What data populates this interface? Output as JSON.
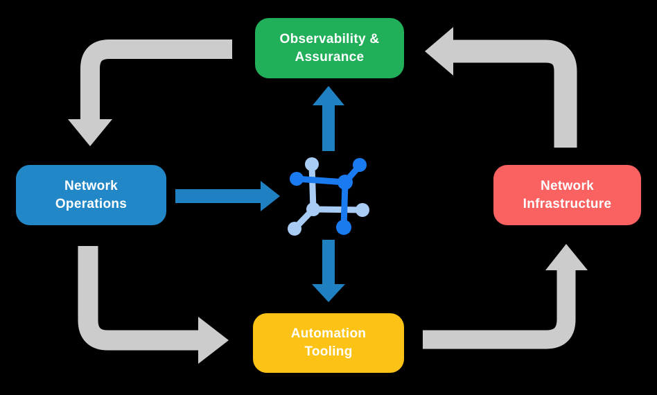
{
  "colors": {
    "background": "#000000",
    "text": "#ffffff",
    "arrow_gray": "#cccccc",
    "arrow_blue": "#1f80c2",
    "node_green": "#21af5a",
    "node_blue": "#2187c6",
    "node_red": "#fa6161",
    "node_yellow": "#fcc316",
    "icon_dark": "#1a7bf0",
    "icon_light": "#a9ccf5"
  },
  "diagram": {
    "type": "cycle-flow-diagram",
    "nodes": [
      {
        "id": "observability",
        "label": "Observability &\nAssurance",
        "color": "#21af5a"
      },
      {
        "id": "operations",
        "label": "Network\nOperations",
        "color": "#2187c6"
      },
      {
        "id": "infrastructure",
        "label": "Network\nInfrastructure",
        "color": "#fa6161"
      },
      {
        "id": "automation",
        "label": "Automation\nTooling",
        "color": "#fcc316"
      }
    ],
    "center_icon": "network-mesh-icon",
    "edges": [
      {
        "from": "Observability & Assurance",
        "to": "Network Operations",
        "style": "gray"
      },
      {
        "from": "Network Operations",
        "to": "Automation Tooling",
        "style": "gray"
      },
      {
        "from": "Automation Tooling",
        "to": "Network Infrastructure",
        "style": "gray"
      },
      {
        "from": "Network Infrastructure",
        "to": "Observability & Assurance",
        "style": "gray"
      },
      {
        "from": "Network Operations",
        "to": "center-icon",
        "style": "blue"
      },
      {
        "from": "center-icon",
        "to": "Observability & Assurance",
        "style": "blue"
      },
      {
        "from": "center-icon",
        "to": "Automation Tooling",
        "style": "blue"
      }
    ]
  }
}
